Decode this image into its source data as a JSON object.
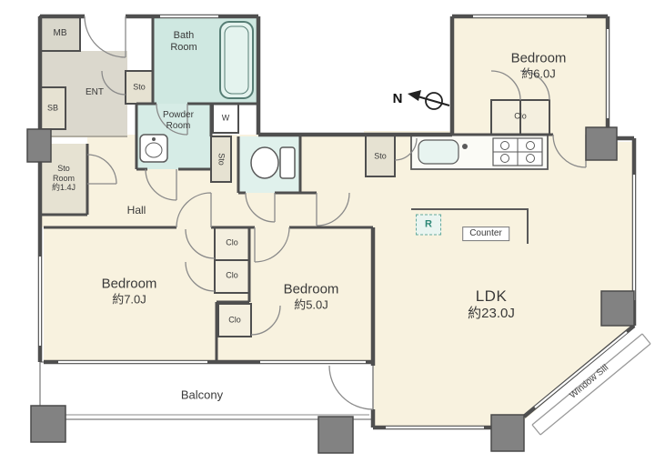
{
  "rooms": {
    "bedroom6": {
      "name": "Bedroom",
      "size": "約6.0J"
    },
    "bedroom7": {
      "name": "Bedroom",
      "size": "約7.0J"
    },
    "bedroom5": {
      "name": "Bedroom",
      "size": "約5.0J"
    },
    "ldk": {
      "name": "LDK",
      "size": "約23.0J"
    },
    "bath": {
      "line1": "Bath",
      "line2": "Room"
    },
    "powder": {
      "line1": "Powder",
      "line2": "Room"
    },
    "storoom": {
      "line1": "Sto",
      "line2": "Room",
      "line3": "約1.4J"
    },
    "hall": {
      "name": "Hall"
    },
    "balcony": {
      "name": "Balcony"
    },
    "ent": {
      "name": "ENT"
    },
    "windowsill": {
      "name": "Window Sill"
    }
  },
  "labels": {
    "mb": "MB",
    "sb": "SB",
    "w": "W",
    "r": "R",
    "counter": "Counter",
    "north": "N",
    "sto": "Sto",
    "clo": "Clo"
  },
  "colors": {
    "room_cream": "#f8f2df",
    "wet_teal": "#d6ece6",
    "toilet_teal": "#e0f1ec",
    "storage_beige": "#e6e2d2",
    "entry_gray": "#dbd8cd",
    "pillar_gray": "#828282",
    "wall": "#4f4f4f",
    "accent_teal": "#63a99c"
  }
}
